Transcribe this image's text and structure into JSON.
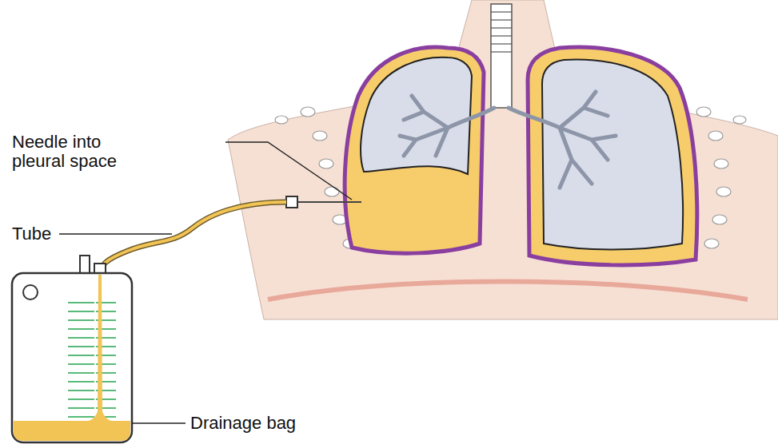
{
  "diagram": {
    "labels": [
      "Needle into pleural space",
      "Tube",
      "Drainage bag"
    ]
  }
}
